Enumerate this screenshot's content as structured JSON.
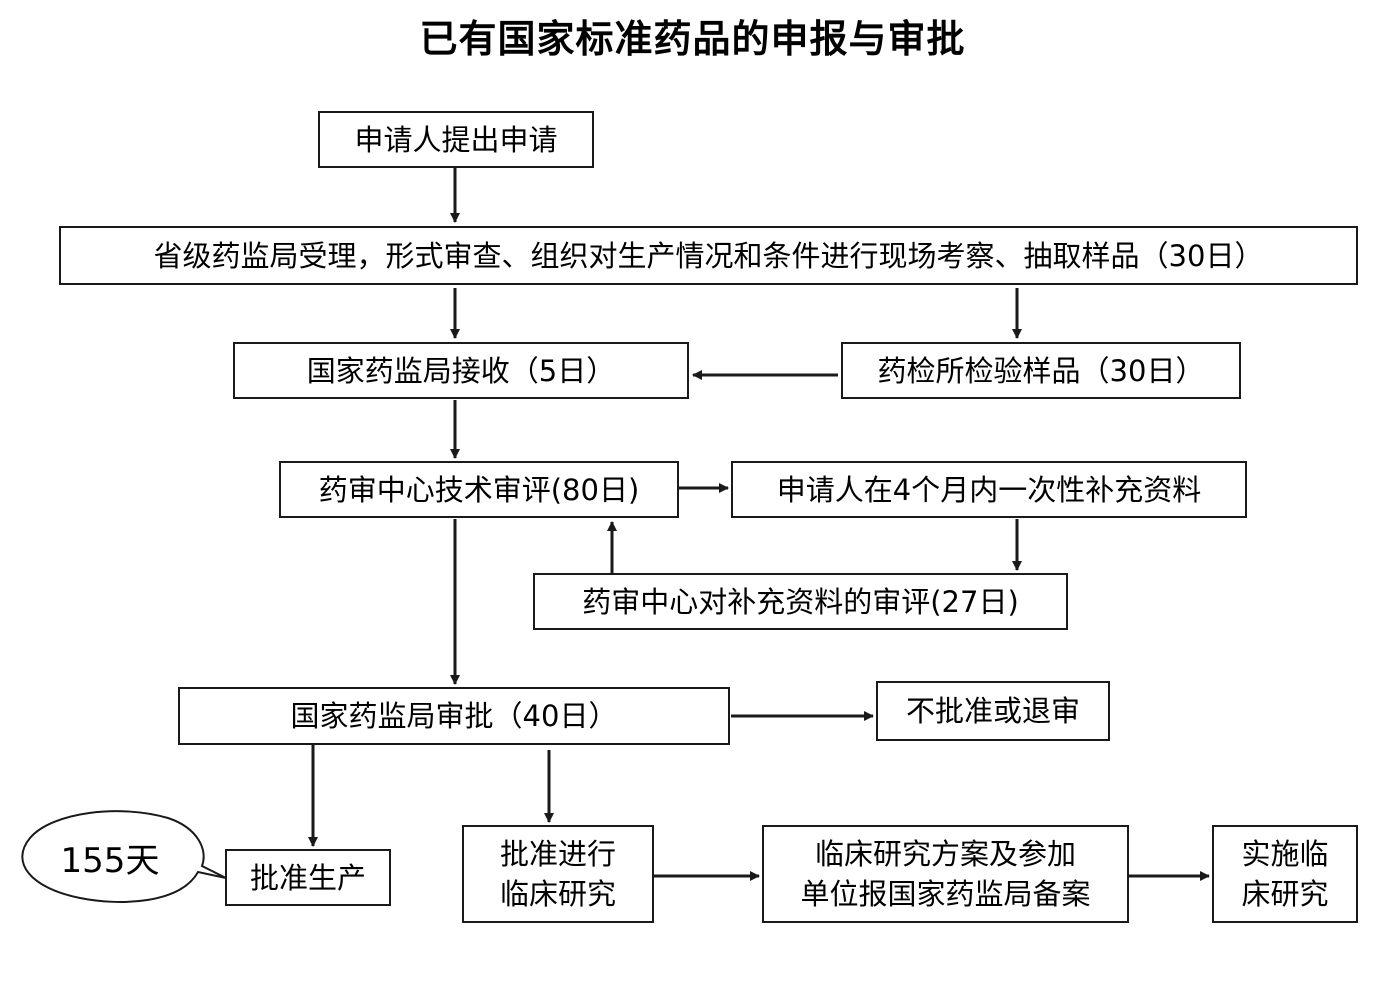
{
  "title": "已有国家标准药品的申报与审批",
  "nodes": {
    "apply": "申请人提出申请",
    "provincial": "省级药监局受理，形式审查、组织对生产情况和条件进行现场考察、抽取样品（30日）",
    "sfda_receive": "国家药监局接收（5日）",
    "lab_test": "药检所检验样品（30日）",
    "tech_review": "药审中心技术审评(80日)",
    "supplement": "申请人在4个月内一次性补充资料",
    "supplement_review": "药审中心对补充资料的审评(27日)",
    "sfda_approve": "国家药监局审批（40日）",
    "reject": "不批准或退审",
    "approve_production": "批准生产",
    "clinical_line1": "批准进行",
    "clinical_line2": "临床研究",
    "plan_line1": "临床研究方案及参加",
    "plan_line2": "单位报国家药监局备案",
    "implement_line1": "实施临",
    "implement_line2": "床研究"
  },
  "callout": "155天",
  "colors": {
    "line": "#1a1a1a",
    "background": "#ffffff"
  }
}
